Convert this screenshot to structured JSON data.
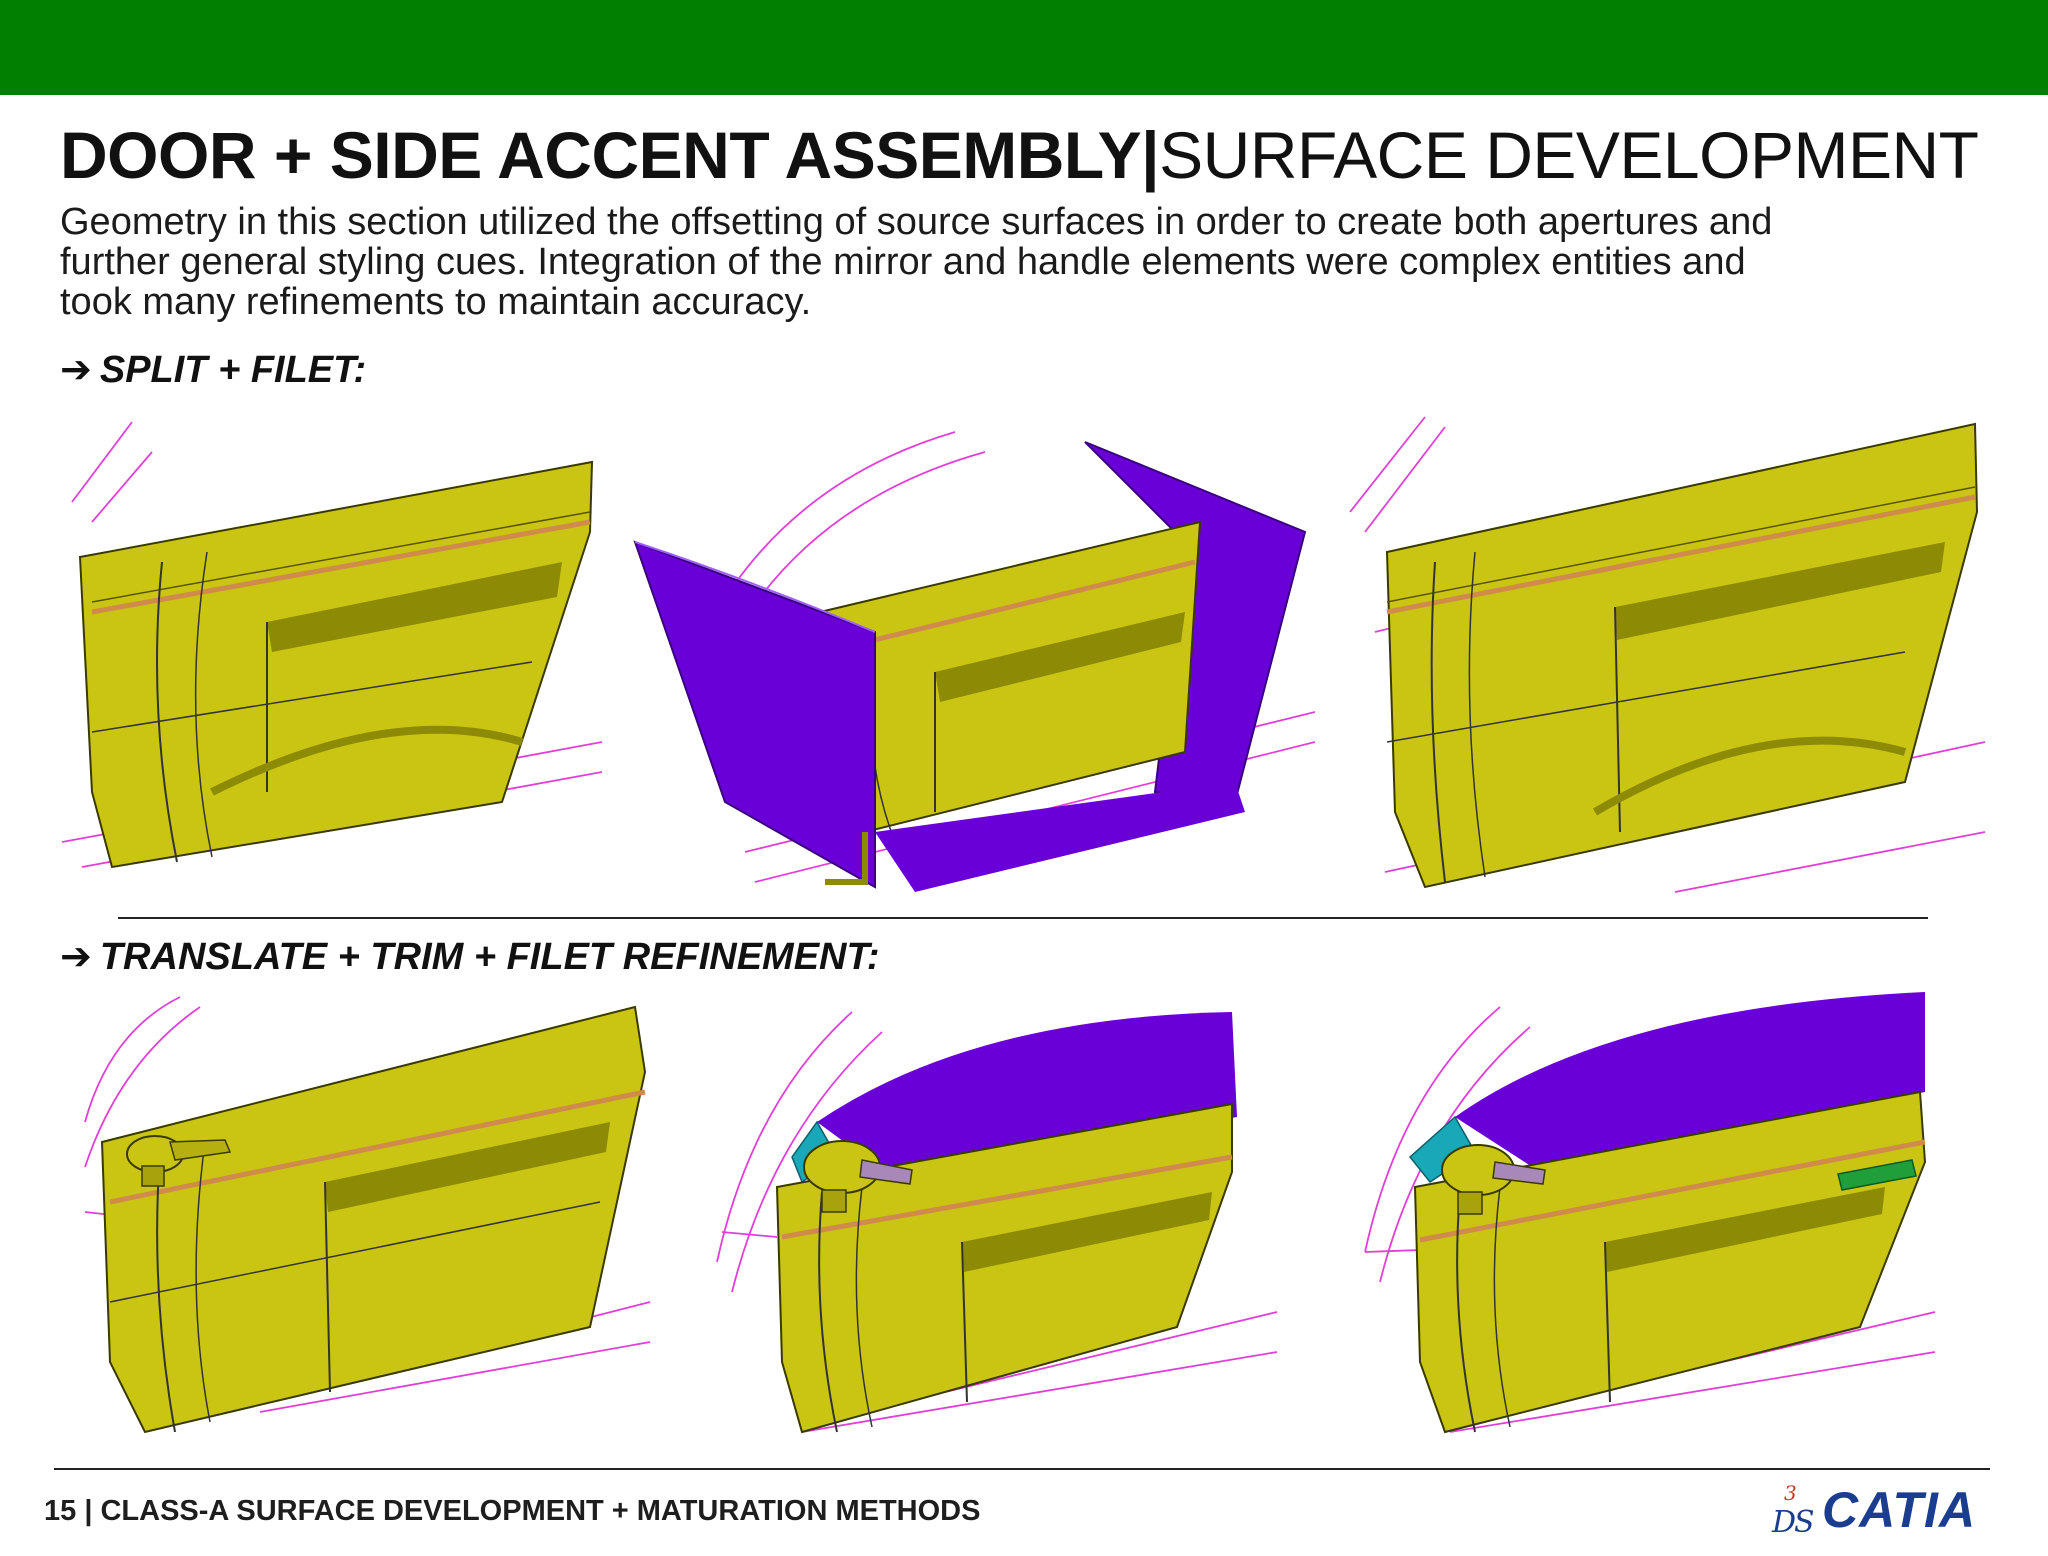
{
  "header": {
    "title_bold": "DOOR + SIDE ACCENT ASSEMBLY|",
    "title_light": "SURFACE DEVELOPMENT",
    "description": "Geometry in this section utilized the offsetting of source surfaces in order to create both apertures and further general styling cues. Integration of the mirror and handle elements were complex entities and took many refinements to maintain accuracy."
  },
  "sections": [
    {
      "arrow": "➔",
      "label": "SPLIT + FILET:"
    },
    {
      "arrow": "➔",
      "label": "TRANSLATE + TRIM + FILET REFINEMENT:"
    }
  ],
  "footer": {
    "text": "15 | CLASS-A SURFACE DEVELOPMENT + MATURATION METHODS",
    "logo_text": "CATIA",
    "logo_mark": "3DS"
  },
  "colors": {
    "header_bar": "#007f00",
    "door_surface": "#c9c512",
    "door_shadow": "#8d8a05",
    "window_surface": "#6a00d8",
    "construction_lines": "#e040d8",
    "accent_teal": "#18a8b8",
    "handle_green": "#1f9e3a"
  }
}
